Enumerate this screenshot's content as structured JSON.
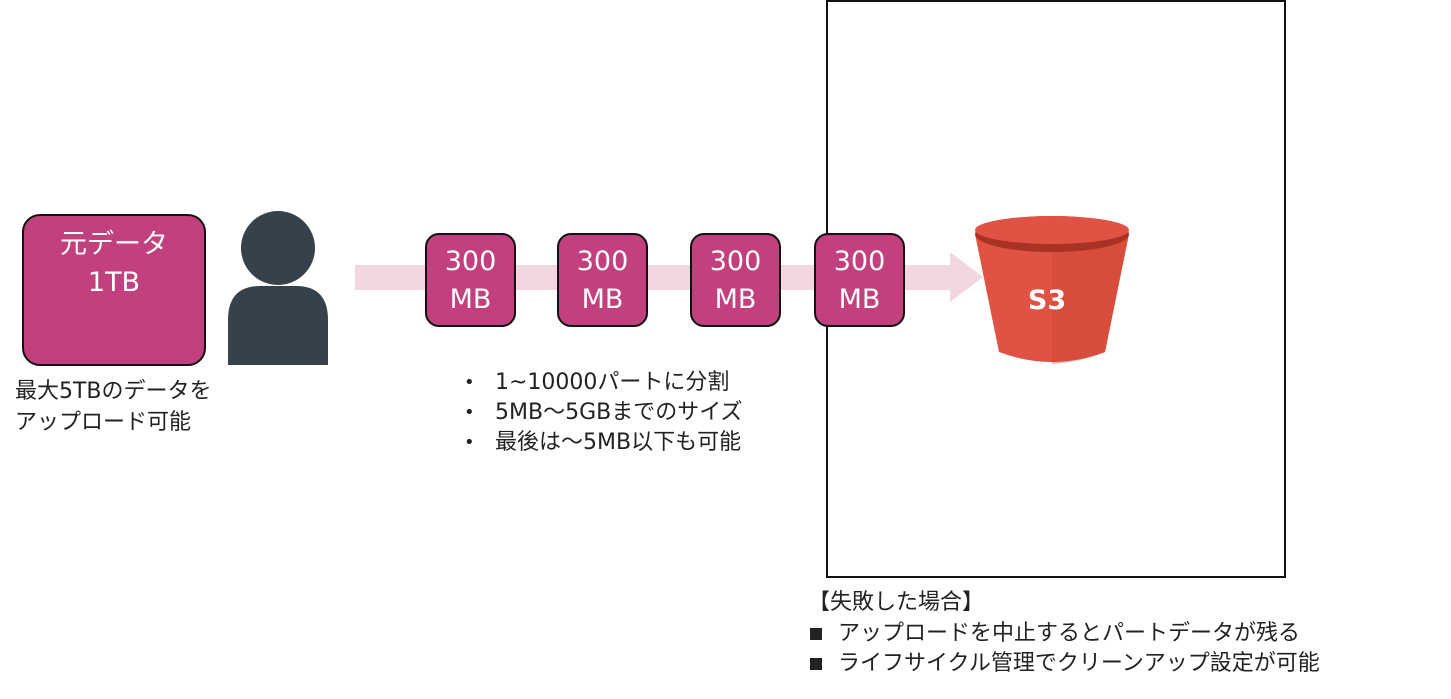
{
  "source": {
    "line1": "元データ",
    "line2": "1TB",
    "caption_line1": "最大5TBのデータを",
    "caption_line2": "アップロード可能"
  },
  "parts": [
    {
      "size": "300",
      "unit": "MB"
    },
    {
      "size": "300",
      "unit": "MB"
    },
    {
      "size": "300",
      "unit": "MB"
    },
    {
      "size": "300",
      "unit": "MB"
    }
  ],
  "bucket": {
    "label": "S3"
  },
  "notes": [
    "1~10000パートに分割",
    "5MB〜5GBまでのサイズ",
    "最後は〜5MB以下も可能"
  ],
  "failure": {
    "title": "【失敗した場合】",
    "items": [
      "アップロードを中止するとパートデータが残る",
      "ライフサイクル管理でクリーンアップ設定が可能"
    ]
  },
  "colors": {
    "part_fill": "#c1407d",
    "arrow": "#f2d6e2",
    "person": "#37414a",
    "bucket": "#e05243"
  }
}
